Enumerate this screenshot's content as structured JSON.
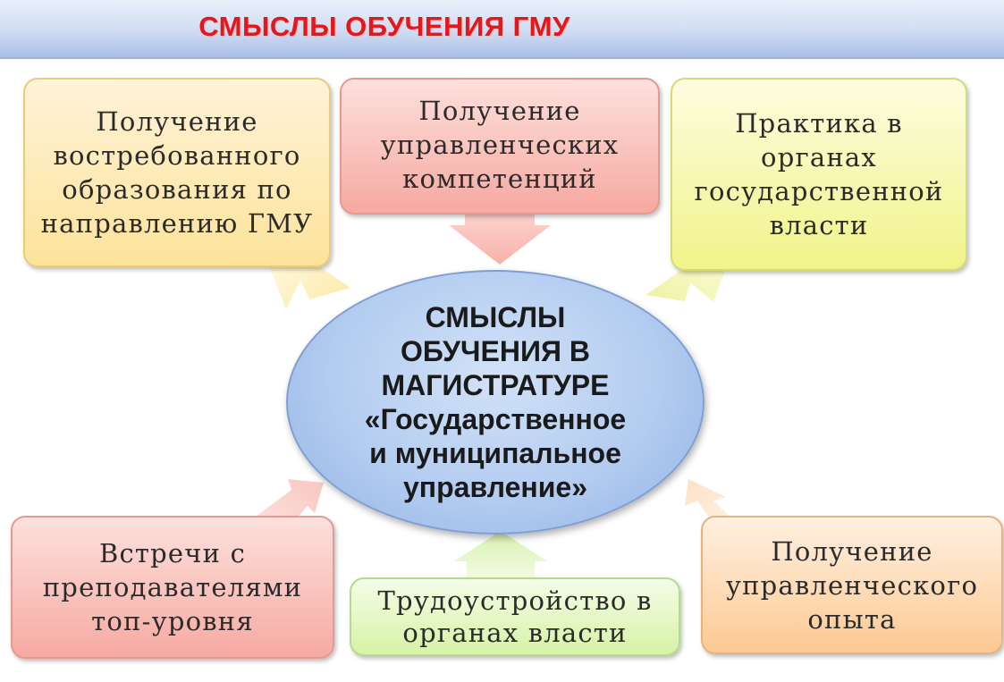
{
  "header": {
    "title": "СМЫСЛЫ ОБУЧЕНИЯ ГМУ"
  },
  "center": {
    "text": "СМЫСЛЫ\nОБУЧЕНИЯ В\nМАГИСТРАТУРЕ\n«Государственное\nи муниципальное\nуправление»"
  },
  "boxes": {
    "top_left": "Получение\nвостребованного\nобразования по\nнаправлению ГМУ",
    "top_center": "Получение\nуправленческих\nкомпетенций",
    "top_right": "Практика  в\nорганах\nгосударственной\nвласти",
    "bottom_left": "Встречи с\nпреподавателями\nтоп-уровня",
    "bottom_center": "Трудоустройство в\nорганах власти",
    "bottom_right": "Получение\nуправленческого\nопыта"
  },
  "colors": {
    "title": "#e3181d",
    "center_fill": "#b3ccf0",
    "top_left_fill": "#fde39a",
    "top_center_fill": "#f6a9a1",
    "top_right_fill": "#f1f38a",
    "bottom_left_fill": "#f6aaa2",
    "bottom_center_fill": "#d6f3a6",
    "bottom_right_fill": "#fcc993"
  }
}
